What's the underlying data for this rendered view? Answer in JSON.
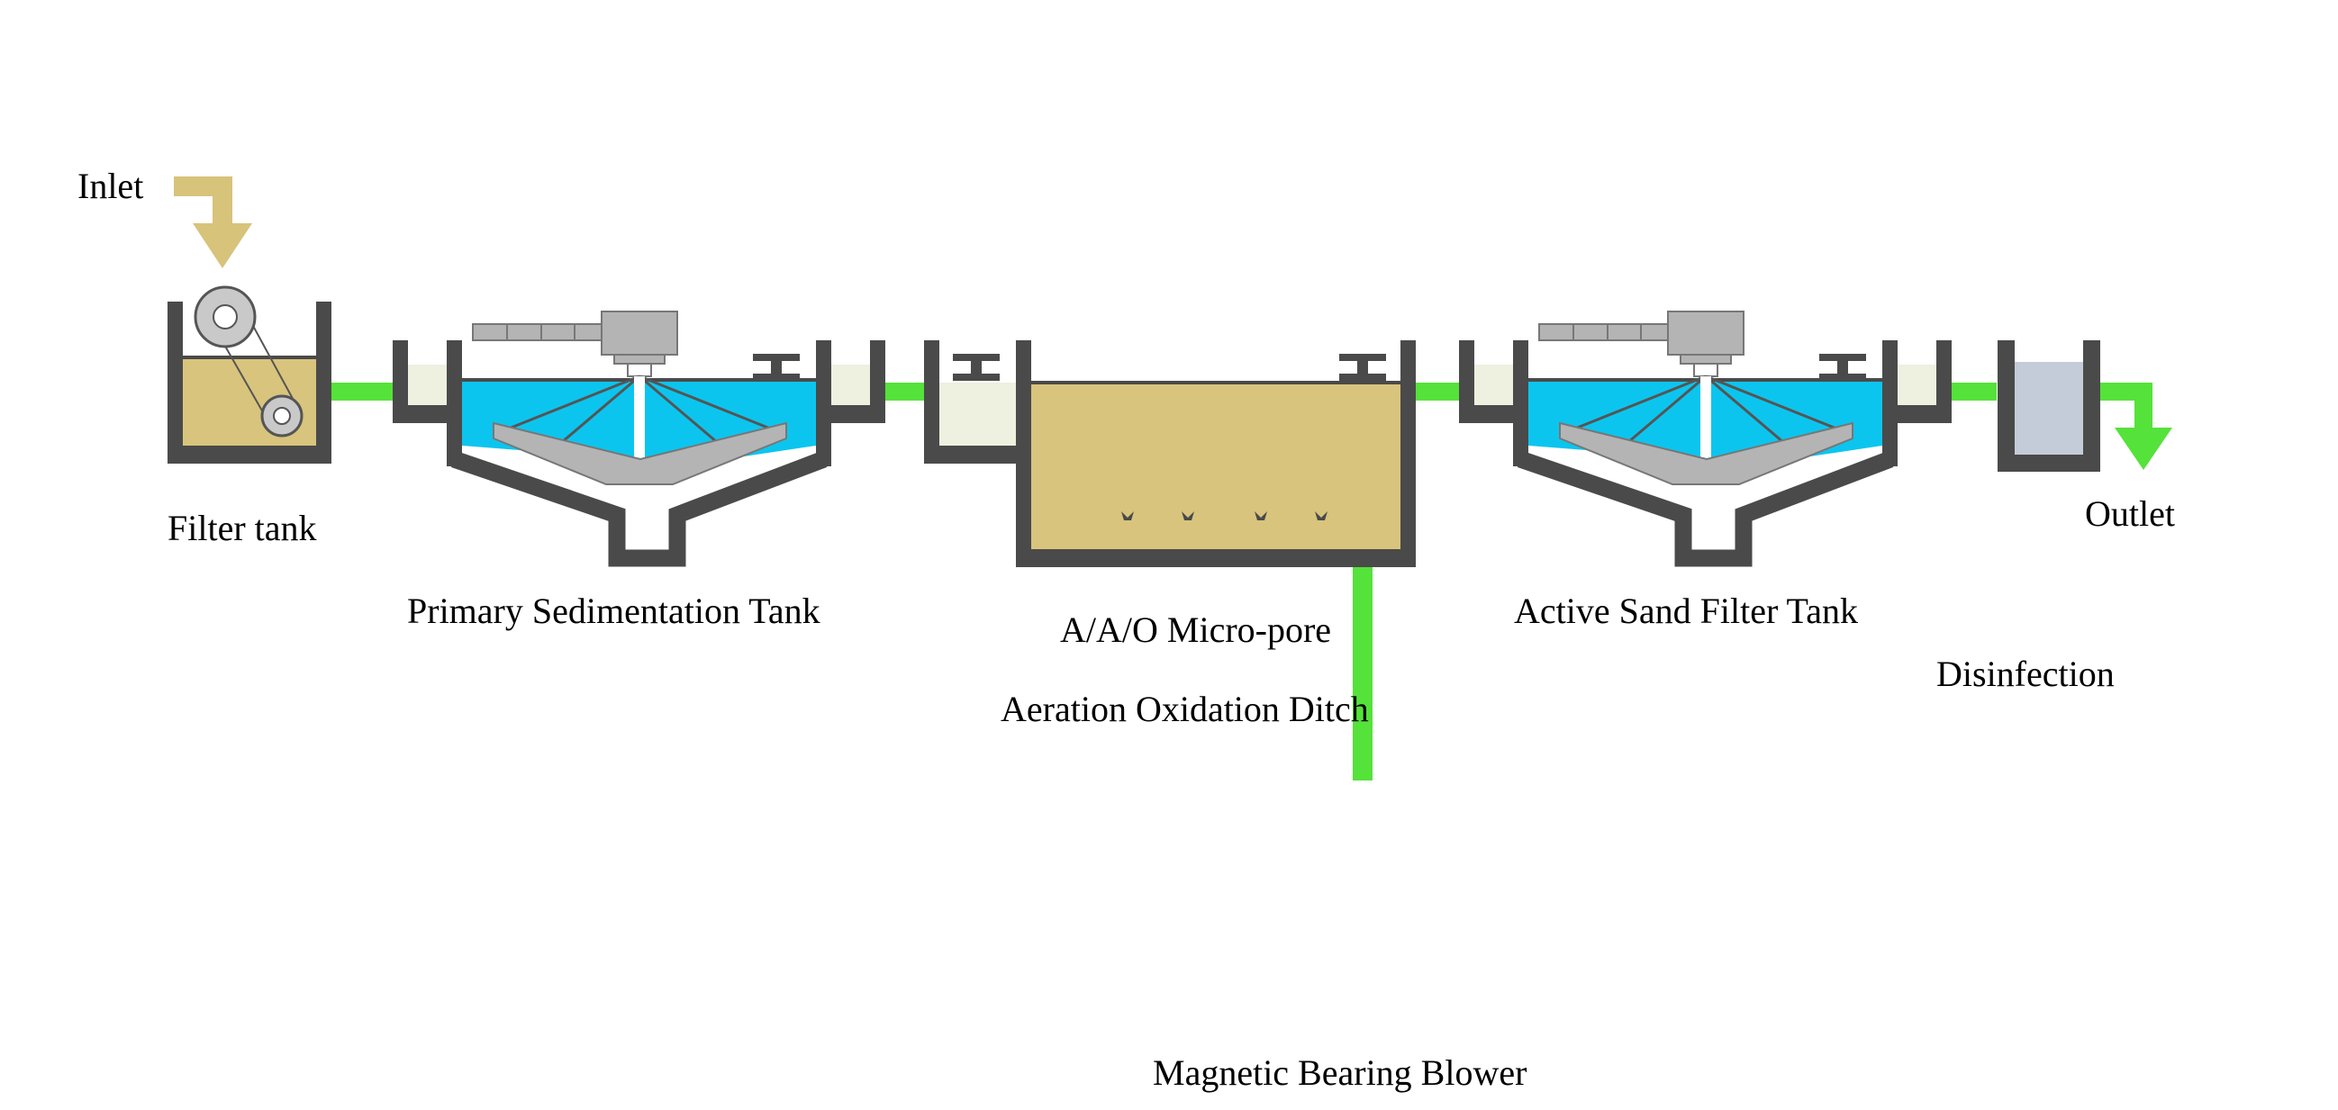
{
  "labels": {
    "inlet": "Inlet",
    "outlet": "Outlet",
    "filter_tank": "Filter tank",
    "primary_sedimentation": "Primary Sedimentation Tank",
    "aao_line1": "A/A/O Micro-pore",
    "aao_line2": "Aeration Oxidation Ditch",
    "active_sand_filter": "Active Sand Filter Tank",
    "disinfection": "Disinfection",
    "blower": "Magnetic Bearing Blower"
  },
  "colors": {
    "wall": "#4a4a4a",
    "pipe": "#55e23a",
    "inlet_arrow": "#d7c37a",
    "sludge_water": "#d8c47c",
    "clear_water": "#0cc5ee",
    "channel_water": "#eef0e0",
    "disinfection_water": "#c4ccd9",
    "machinery": "#b4b4b4",
    "machinery_outline": "#777777"
  },
  "icons": {
    "inlet": "arrow-down-icon",
    "outlet": "arrow-down-icon",
    "filter": "pulley-icon",
    "scraper": "scraper-bridge-icon",
    "valve": "valve-icon",
    "diffuser": "diffuser-icon"
  }
}
